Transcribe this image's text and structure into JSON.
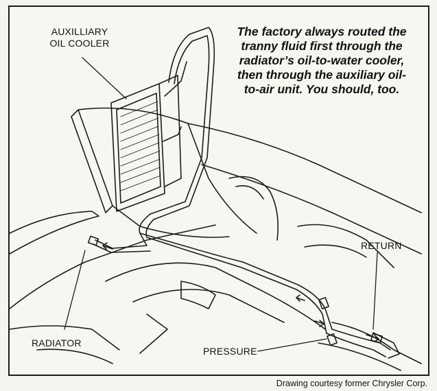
{
  "labels": {
    "aux_cooler_line1": "AUXILLIARY",
    "aux_cooler_line2": "OIL COOLER",
    "radiator": "RADIATOR",
    "pressure": "PRESSURE",
    "return": "RETURN"
  },
  "caption": {
    "line1": "The factory always routed the",
    "line2": "tranny fluid first through the",
    "line3": "radiator’s oil-to-water cooler,",
    "line4": "then through the auxiliary oil-",
    "line5": "to-air unit. You should, too."
  },
  "credit": "Drawing courtesy former Chrysler Corp.",
  "colors": {
    "ink": "#1b1b1b",
    "paper": "#f8f6f0"
  }
}
